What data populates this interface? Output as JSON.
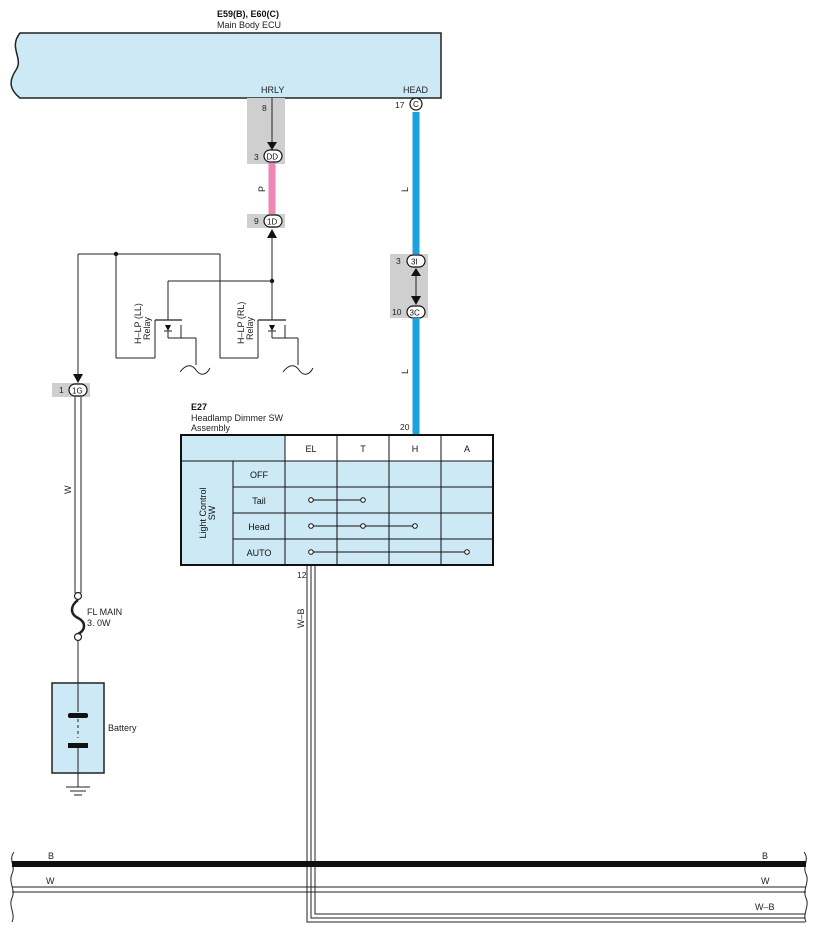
{
  "ecu": {
    "connector": "E59(B), E60(C)",
    "name": "Main Body ECU",
    "terminal_hrly": "HRLY",
    "terminal_head": "HEAD"
  },
  "connectors": {
    "dd": {
      "pin": "3",
      "id": "DD"
    },
    "c": {
      "pin": "17",
      "id": "C"
    },
    "one_d": {
      "pin": "9",
      "id": "1D"
    },
    "three_i": {
      "pin": "3",
      "id": "3I"
    },
    "three_c": {
      "pin": "10",
      "id": "3C"
    },
    "one_g": {
      "pin": "1",
      "id": "1G"
    }
  },
  "pins": {
    "hrly_pin": "8",
    "switch_head_pin": "20",
    "switch_ground_pin": "12"
  },
  "wires": {
    "pink": "P",
    "blue_upper": "L",
    "blue_lower": "L",
    "white": "W",
    "white_black": "W–B"
  },
  "relays": {
    "ll": {
      "line1": "H–LP (LL)",
      "line2": "Relay"
    },
    "rl": {
      "line1": "H–LP (RL)",
      "line2": "Relay"
    }
  },
  "fuse": {
    "name": "FL MAIN",
    "rating": "3. 0W"
  },
  "battery": {
    "label": "Battery"
  },
  "switch": {
    "connector": "E27",
    "name_line1": "Headlamp Dimmer SW",
    "name_line2": "Assembly",
    "side_label_line1": "Light Control",
    "side_label_line2": "SW",
    "columns": [
      "EL",
      "T",
      "H",
      "A"
    ],
    "rows": [
      "OFF",
      "Tail",
      "Head",
      "AUTO"
    ]
  },
  "bus": {
    "b_left": "B",
    "b_right": "B",
    "w_left": "W",
    "w_right": "W",
    "wb_right": "W–B"
  },
  "colors": {
    "ecu_fill": "#cde9f5",
    "connector_shade": "#cfcfcf",
    "pink_wire": "#ef87b6",
    "blue_wire": "#1ba3e0",
    "table_fill": "#cde9f5",
    "battery_fill": "#cde9f5"
  }
}
